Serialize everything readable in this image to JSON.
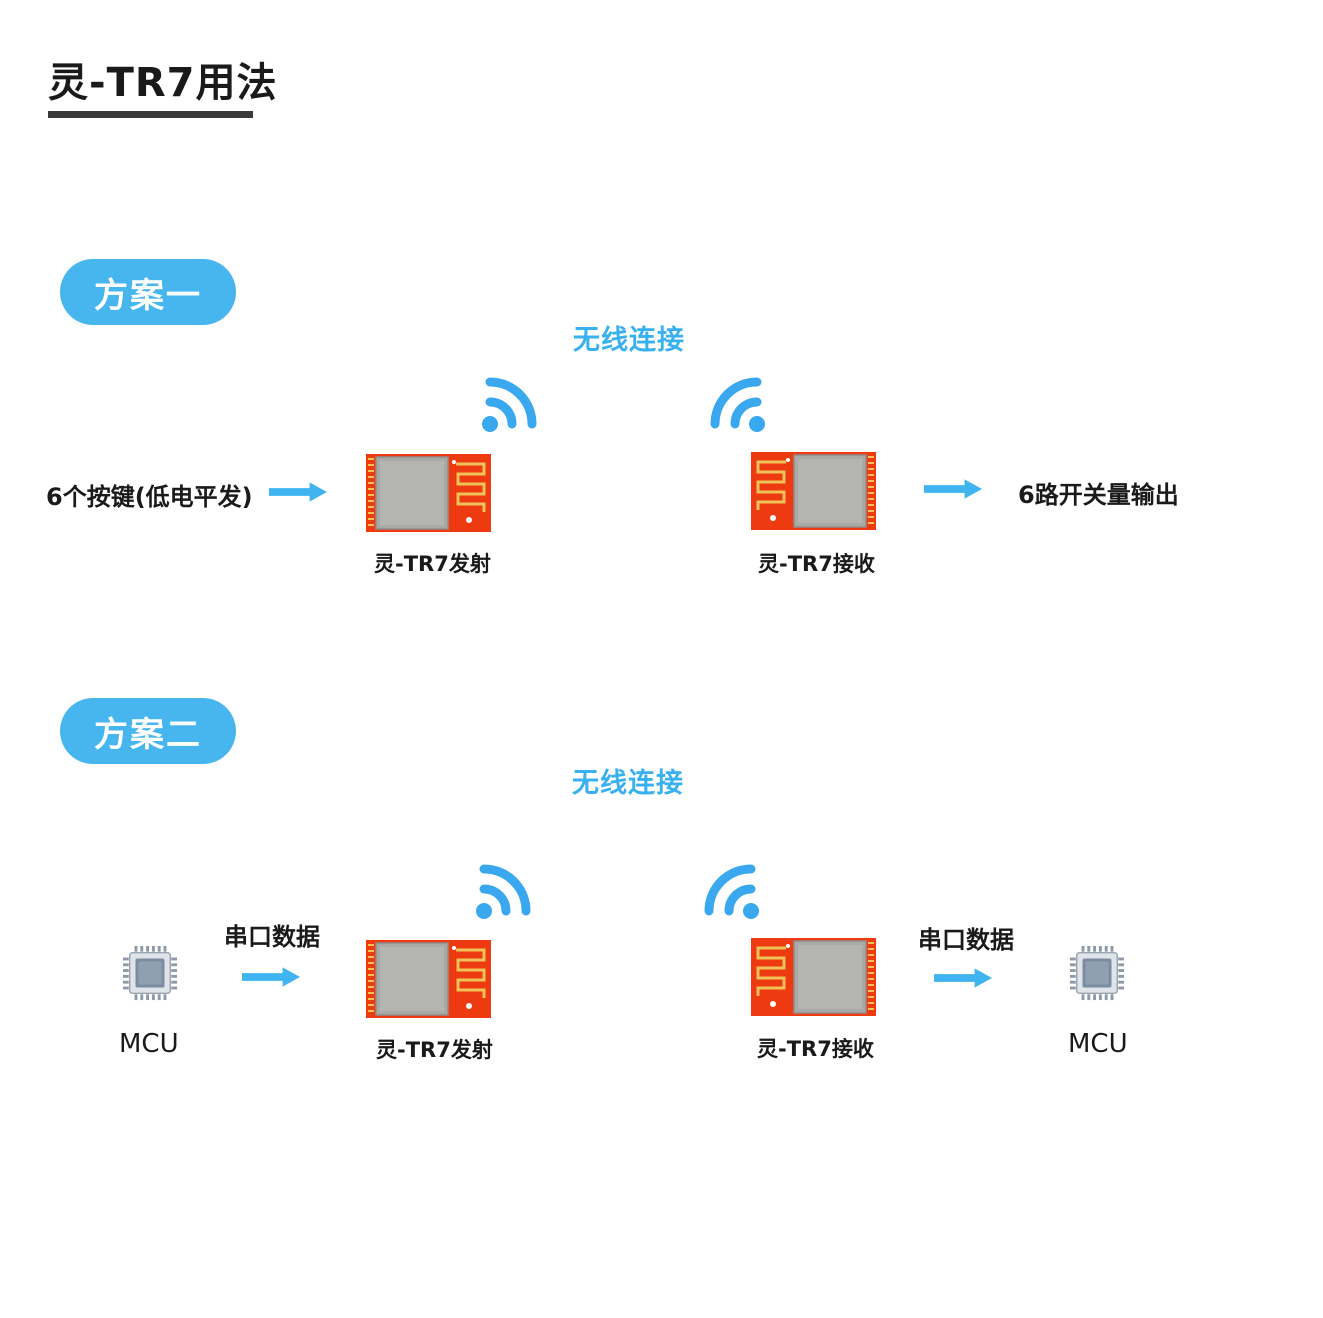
{
  "title": "灵-TR7用法",
  "colors": {
    "accent": "#48b6ee",
    "wifi": "#39a8ef",
    "arrow": "#3fb4f0",
    "module_board": "#ee3a10",
    "module_shield": "#a9aaa8",
    "title_bar": "#3a3a3a"
  },
  "scheme1": {
    "label": "方案一",
    "wireless_label": "无线连接",
    "input_text": "6个按键(低电平发)",
    "output_text": "6路开关量输出",
    "transmitter_label": "灵-TR7发射",
    "receiver_label": "灵-TR7接收"
  },
  "scheme2": {
    "label": "方案二",
    "wireless_label": "无线连接",
    "left_data_label": "串口数据",
    "right_data_label": "串口数据",
    "left_device_label": "MCU",
    "right_device_label": "MCU",
    "transmitter_label": "灵-TR7发射",
    "receiver_label": "灵-TR7接收"
  },
  "icons": [
    "wifi-icon",
    "arrow-right-icon",
    "rf-module-icon",
    "chip-icon"
  ]
}
